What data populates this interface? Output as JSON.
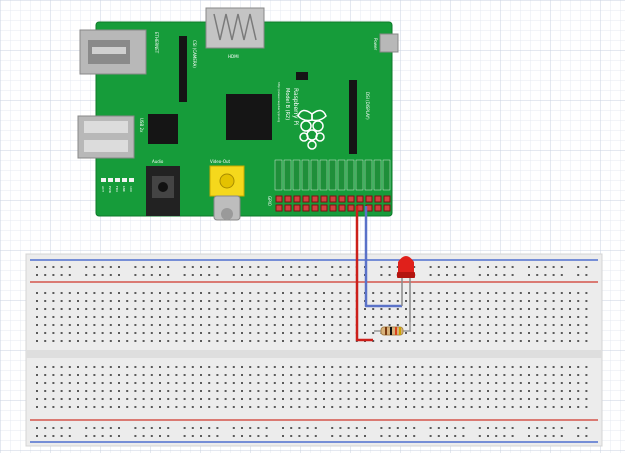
{
  "canvas": {
    "background": "#ffffff",
    "grid_minor": "#e4e9f1",
    "grid_major": "#c9d2e0"
  },
  "board": {
    "name": "Raspberry Pi",
    "model": "Model B (R2)",
    "url": "http://www.raspberrypi.org",
    "labels": {
      "hdmi": "HDMI",
      "power": "Power",
      "csi": "CSI (CAMERA)",
      "dsi": "DSI (DISPLAY)",
      "ethernet": "ETHERNET",
      "usb": "USB 2x",
      "audio": "Audio",
      "video": "Video-Out",
      "gpio": "GPIO",
      "leds": [
        "ACT",
        "PWR",
        "FDX",
        "LNK",
        "100"
      ]
    },
    "colors": {
      "pcb": "#169c3a",
      "pcb_edge": "#0e7a2a",
      "chip": "#151515",
      "metal": "#b8b8b8",
      "rca": "#f5d81c"
    }
  },
  "breadboard": {
    "colors": {
      "body": "#ececec",
      "rail_red": "#d0352b",
      "rail_blue": "#2f55c9",
      "hole": "#5a5a5a"
    }
  },
  "components": {
    "led": {
      "type": "LED",
      "color": "#e0201b"
    },
    "resistor": {
      "type": "Resistor",
      "color": "#d8b27a"
    },
    "wires": [
      {
        "id": "wire-red",
        "color": "#cc1f1a"
      },
      {
        "id": "wire-blue",
        "color": "#5a72c8"
      }
    ]
  }
}
